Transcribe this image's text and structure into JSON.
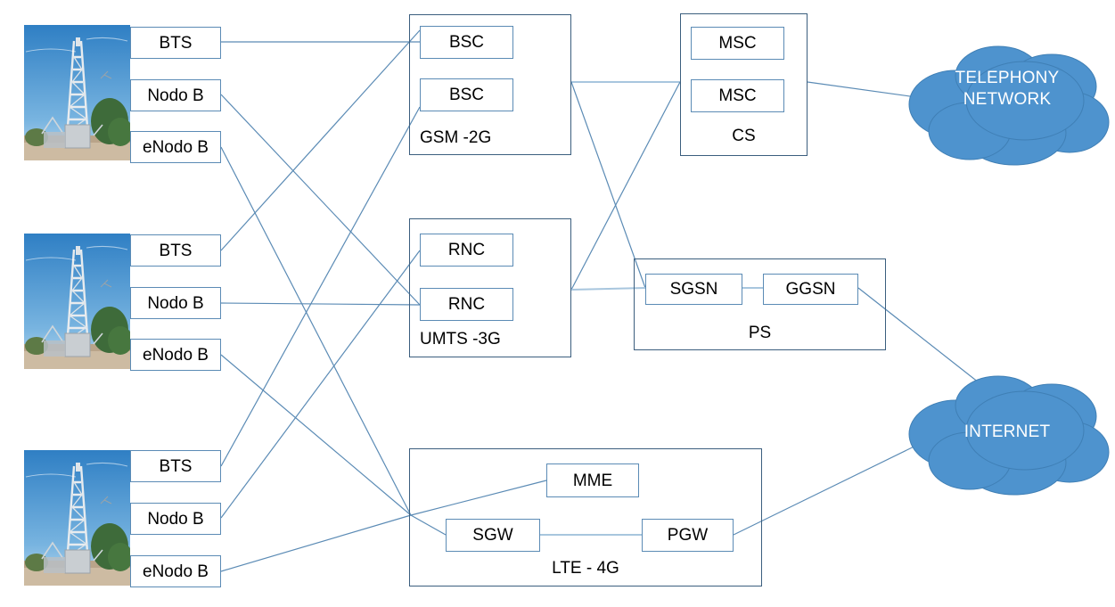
{
  "diagram": {
    "title": "Mobile network architecture: RAN to core to external networks",
    "accent_line_color": "#5b8bb5",
    "cloud_color": "#4e93ce",
    "box_border_color": "#5b8bb5",
    "group_border_color": "#3b5e7e"
  },
  "access_sites": [
    {
      "site_name": "access-site-top",
      "image_label": "cell-tower-photo",
      "nodes": [
        {
          "label": "BTS"
        },
        {
          "label": "Nodo B"
        },
        {
          "label": "eNodo B"
        }
      ]
    },
    {
      "site_name": "access-site-middle",
      "image_label": "cell-tower-photo",
      "nodes": [
        {
          "label": "BTS"
        },
        {
          "label": "Nodo B"
        },
        {
          "label": "eNodo B"
        }
      ]
    },
    {
      "site_name": "access-site-bottom",
      "image_label": "cell-tower-photo",
      "nodes": [
        {
          "label": "BTS"
        },
        {
          "label": "Nodo B"
        },
        {
          "label": "eNodo B"
        }
      ]
    }
  ],
  "core_groups": {
    "gsm": {
      "label": "GSM -2G",
      "elements": [
        {
          "label": "BSC"
        },
        {
          "label": "BSC"
        }
      ]
    },
    "umts": {
      "label": "UMTS -3G",
      "elements": [
        {
          "label": "RNC"
        },
        {
          "label": "RNC"
        }
      ]
    },
    "lte": {
      "label": "LTE - 4G",
      "elements": [
        {
          "label": "MME"
        },
        {
          "label": "SGW"
        },
        {
          "label": "PGW"
        }
      ]
    },
    "cs": {
      "label": "CS",
      "elements": [
        {
          "label": "MSC"
        },
        {
          "label": "MSC"
        }
      ]
    },
    "ps": {
      "label": "PS",
      "elements": [
        {
          "label": "SGSN"
        },
        {
          "label": "GGSN"
        }
      ]
    }
  },
  "clouds": [
    {
      "name": "telephony-network-cloud",
      "label": "TELEPHONY\nNETWORK"
    },
    {
      "name": "internet-cloud",
      "label": "INTERNET"
    }
  ]
}
